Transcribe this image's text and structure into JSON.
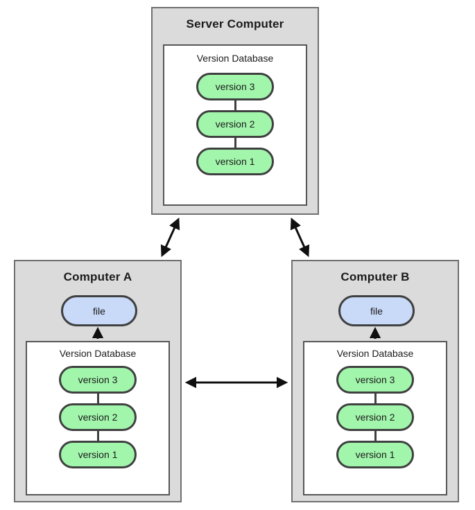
{
  "colors": {
    "box_fill": "#dbdbdb",
    "box_border": "#6f6f6f",
    "inner_fill": "#ffffff",
    "inner_border": "#565656",
    "version_fill": "#a2f6ac",
    "file_fill": "#c9d9f8",
    "pill_border": "#3f4040",
    "arrow": "#0f0f0f"
  },
  "server": {
    "title": "Server Computer",
    "db_label": "Version Database",
    "versions": [
      "version 3",
      "version 2",
      "version 1"
    ]
  },
  "computer_a": {
    "title": "Computer A",
    "file_label": "file",
    "db_label": "Version Database",
    "versions": [
      "version 3",
      "version 2",
      "version 1"
    ]
  },
  "computer_b": {
    "title": "Computer B",
    "file_label": "file",
    "db_label": "Version Database",
    "versions": [
      "version 3",
      "version 2",
      "version 1"
    ]
  }
}
